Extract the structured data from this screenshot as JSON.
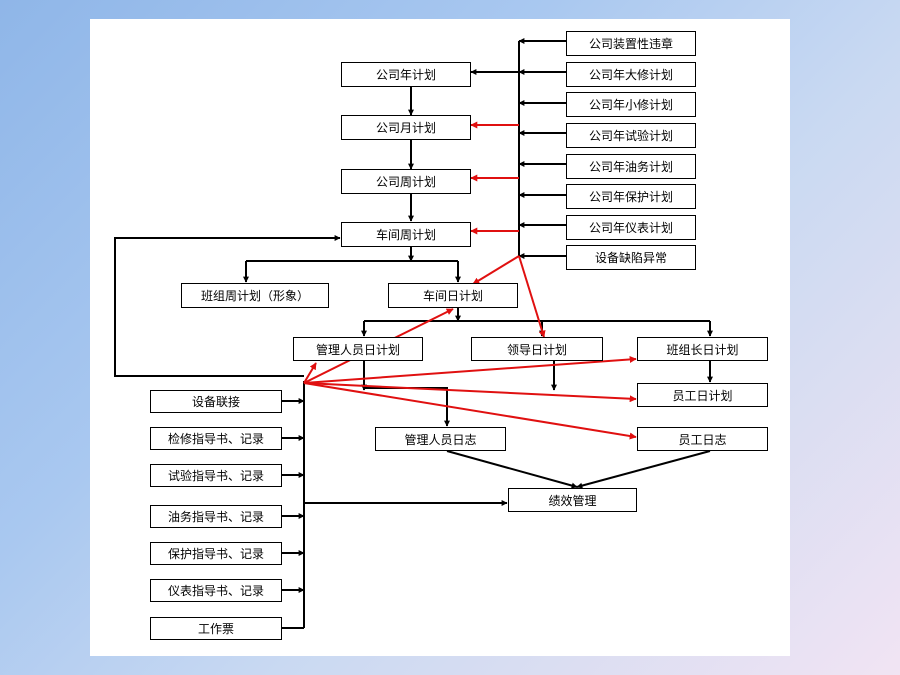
{
  "colors": {
    "normal_arrow": "#000000",
    "highlight_arrow": "#e01010"
  },
  "nodes": {
    "company_device_violation": "公司装置性违章",
    "company_annual_overhaul": "公司年大修计划",
    "company_annual_minor_repair": "公司年小修计划",
    "company_annual_test": "公司年试验计划",
    "company_annual_oil": "公司年油务计划",
    "company_annual_protection": "公司年保护计划",
    "company_annual_instrument": "公司年仪表计划",
    "equipment_defect": "设备缺陷异常",
    "company_annual_plan": "公司年计划",
    "company_monthly_plan": "公司月计划",
    "company_weekly_plan": "公司周计划",
    "workshop_weekly_plan": "车间周计划",
    "team_weekly_plan": "班组周计划（形象）",
    "workshop_daily_plan": "车间日计划",
    "manager_daily_plan": "管理人员日计划",
    "leader_daily_plan": "领导日计划",
    "team_leader_daily_plan": "班组长日计划",
    "staff_daily_plan": "员工日计划",
    "manager_log": "管理人员日志",
    "staff_log": "员工日志",
    "performance_management": "绩效管理",
    "equipment_liaison": "设备联接",
    "maintenance_guide": "检修指导书、记录",
    "test_guide": "试验指导书、记录",
    "oil_guide": "油务指导书、记录",
    "protection_guide": "保护指导书、记录",
    "instrument_guide": "仪表指导书、记录",
    "work_ticket": "工作票"
  }
}
